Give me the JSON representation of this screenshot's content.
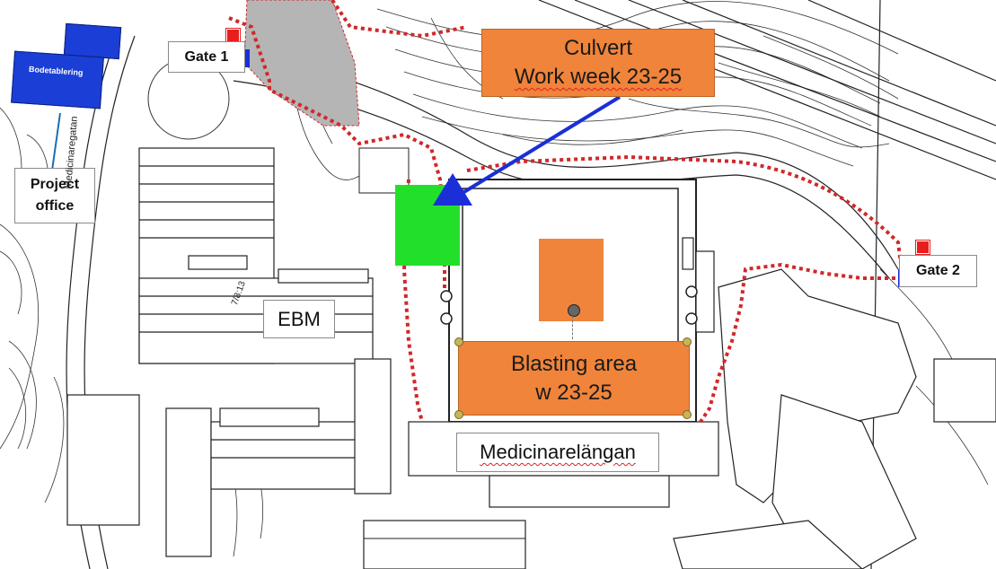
{
  "labels": {
    "gate1": "Gate 1",
    "gate2": "Gate 2",
    "project_office_line1": "Project",
    "project_office_line2": "office",
    "ebm": "EBM",
    "medicinarelangan": "Medicinarelängan",
    "street_left": "Medicinaregatan",
    "bodetablering": "Bodetablering",
    "building_code": "7/8:13"
  },
  "callouts": {
    "culvert_line1": "Culvert",
    "culvert_line2": "Work week 23-25",
    "blasting_line1": "Blasting area",
    "blasting_line2": "w 23-25"
  },
  "colors": {
    "orange": "#f0843a",
    "green": "#22e02a",
    "blue_marker": "#1a2fd8",
    "fence_red": "#d0282a",
    "office_blue": "#1b3fd6",
    "grey_zone": "#b5b5b5"
  },
  "icons": {
    "culvert_pointer": "blue-triangle-icon",
    "gate_flag": "red-flag-icon",
    "blast_point": "grey-dot-icon"
  }
}
